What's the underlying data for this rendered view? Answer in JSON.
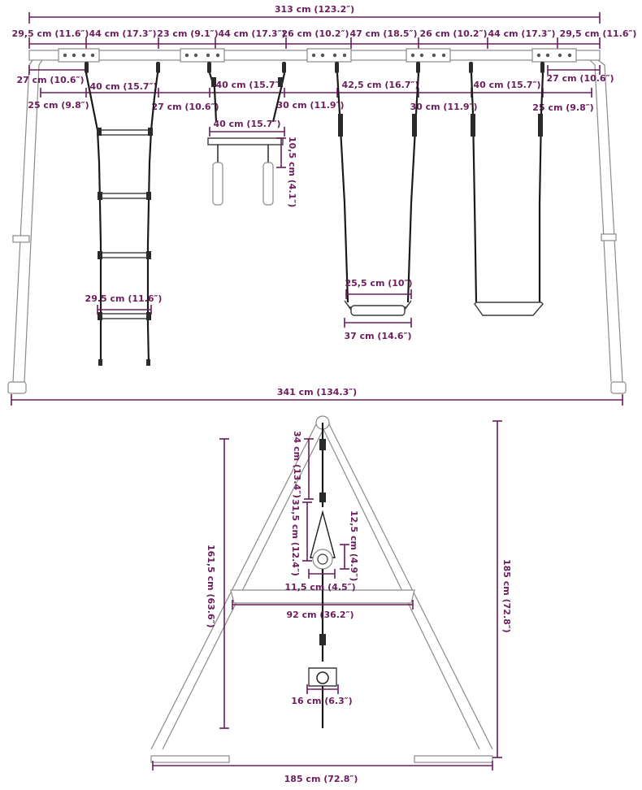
{
  "front_view": {
    "top_dims": {
      "total": "313 cm (123.2″)",
      "segments": [
        "29,5 cm (11.6″)",
        "44 cm (17.3″)",
        "23 cm (9.1″)",
        "44 cm (17.3″)",
        "26 cm (10.2″)",
        "47 cm (18.5″)",
        "26 cm (10.2″)",
        "44 cm (17.3″)",
        "29,5 cm (11.6″)"
      ]
    },
    "hanger_dims": {
      "left_end": "27 cm (10.6″)",
      "right_end": "27 cm (10.6″)",
      "ladder_width": "40 cm (15.7″)",
      "trapeze_width": "40 cm (15.7″)",
      "swing1_width": "42,5 cm (16.7″)",
      "swing2_width": "40 cm (15.7″)",
      "g1": "25 cm (9.8″)",
      "g2": "27 cm (10.6″)",
      "g3": "30 cm (11.9″)",
      "g4": "30 cm (11.9″)",
      "g5": "25 cm (9.8″)"
    },
    "trapeze": {
      "bar_width": "40 cm (15.7″)",
      "ring_height": "10,5 cm (4.1″)"
    },
    "ladder_rung": "29.5 cm (11.6″)",
    "swing_seat": {
      "inner": "25,5 cm (10″)",
      "outer": "37 cm (14.6″)"
    },
    "base_width": "341 cm (134.3″)"
  },
  "side_view": {
    "rope_top": "34 cm (13.4″)",
    "rope_mid": "31,5 cm (12.4″)",
    "ring_height": "12,5 cm (4.9″)",
    "ring_width": "11,5 cm (4.5″)",
    "crossbar": "92 cm (36.2″)",
    "swing_height": "161,5 cm (63.6″)",
    "total_height": "185 cm (72.8″)",
    "seat_width": "16 cm (6.3″)",
    "base_width": "185 cm (72.8″)"
  }
}
